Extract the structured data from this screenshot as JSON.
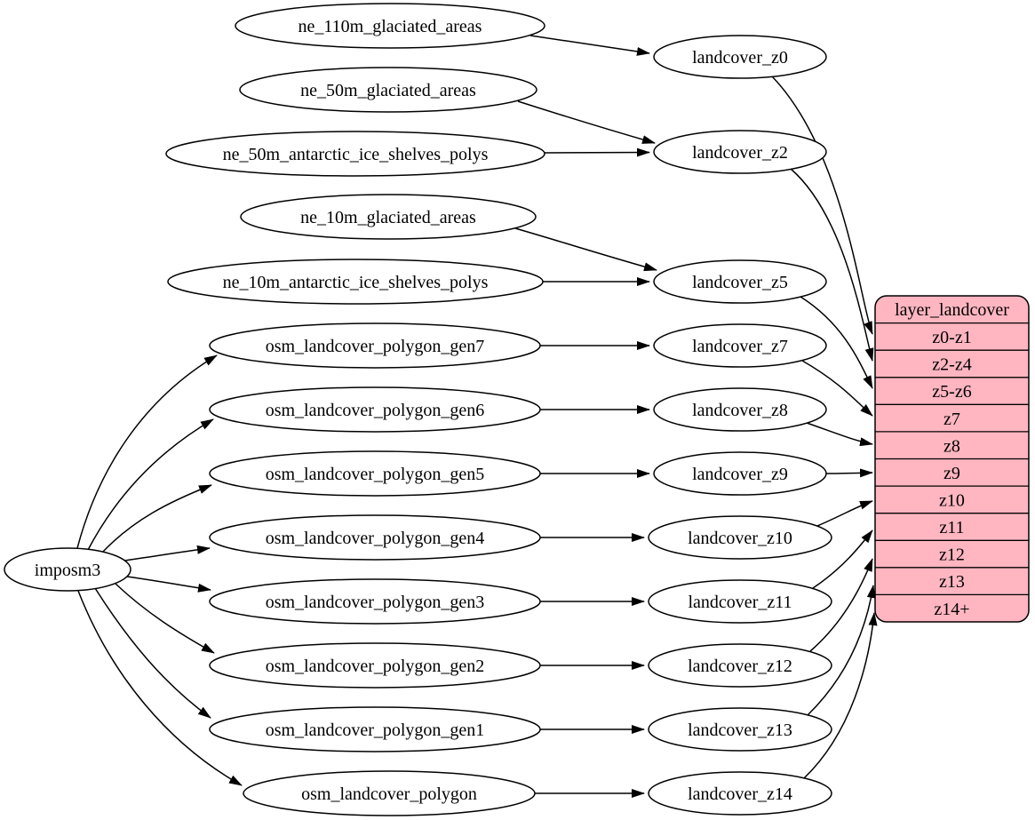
{
  "diagram": {
    "background": "#ffffff",
    "edge_color": "#000000",
    "node_fill": "#ffffff",
    "node_stroke": "#000000",
    "table_fill": "#ffb6c1"
  },
  "nodes": {
    "importer": "imposm3",
    "sources": [
      "ne_110m_glaciated_areas",
      "ne_50m_glaciated_areas",
      "ne_50m_antarctic_ice_shelves_polys",
      "ne_10m_glaciated_areas",
      "ne_10m_antarctic_ice_shelves_polys",
      "osm_landcover_polygon_gen7",
      "osm_landcover_polygon_gen6",
      "osm_landcover_polygon_gen5",
      "osm_landcover_polygon_gen4",
      "osm_landcover_polygon_gen3",
      "osm_landcover_polygon_gen2",
      "osm_landcover_polygon_gen1",
      "osm_landcover_polygon"
    ],
    "layers": [
      "landcover_z0",
      "landcover_z2",
      "landcover_z5",
      "landcover_z7",
      "landcover_z8",
      "landcover_z9",
      "landcover_z10",
      "landcover_z11",
      "landcover_z12",
      "landcover_z13",
      "landcover_z14"
    ],
    "table": {
      "title": "layer_landcover",
      "rows": [
        "z0-z1",
        "z2-z4",
        "z5-z6",
        "z7",
        "z8",
        "z9",
        "z10",
        "z11",
        "z12",
        "z13",
        "z14+"
      ]
    }
  },
  "edges": [
    {
      "from": "imposm3",
      "to": "osm_landcover_polygon_gen7"
    },
    {
      "from": "imposm3",
      "to": "osm_landcover_polygon_gen6"
    },
    {
      "from": "imposm3",
      "to": "osm_landcover_polygon_gen5"
    },
    {
      "from": "imposm3",
      "to": "osm_landcover_polygon_gen4"
    },
    {
      "from": "imposm3",
      "to": "osm_landcover_polygon_gen3"
    },
    {
      "from": "imposm3",
      "to": "osm_landcover_polygon_gen2"
    },
    {
      "from": "imposm3",
      "to": "osm_landcover_polygon_gen1"
    },
    {
      "from": "imposm3",
      "to": "osm_landcover_polygon"
    },
    {
      "from": "ne_110m_glaciated_areas",
      "to": "landcover_z0"
    },
    {
      "from": "ne_50m_glaciated_areas",
      "to": "landcover_z2"
    },
    {
      "from": "ne_50m_antarctic_ice_shelves_polys",
      "to": "landcover_z2"
    },
    {
      "from": "ne_10m_glaciated_areas",
      "to": "landcover_z5"
    },
    {
      "from": "ne_10m_antarctic_ice_shelves_polys",
      "to": "landcover_z5"
    },
    {
      "from": "osm_landcover_polygon_gen7",
      "to": "landcover_z7"
    },
    {
      "from": "osm_landcover_polygon_gen6",
      "to": "landcover_z8"
    },
    {
      "from": "osm_landcover_polygon_gen5",
      "to": "landcover_z9"
    },
    {
      "from": "osm_landcover_polygon_gen4",
      "to": "landcover_z10"
    },
    {
      "from": "osm_landcover_polygon_gen3",
      "to": "landcover_z11"
    },
    {
      "from": "osm_landcover_polygon_gen2",
      "to": "landcover_z12"
    },
    {
      "from": "osm_landcover_polygon_gen1",
      "to": "landcover_z13"
    },
    {
      "from": "osm_landcover_polygon",
      "to": "landcover_z14"
    },
    {
      "from": "landcover_z0",
      "to": "layer_landcover:z0-z1"
    },
    {
      "from": "landcover_z2",
      "to": "layer_landcover:z2-z4"
    },
    {
      "from": "landcover_z5",
      "to": "layer_landcover:z5-z6"
    },
    {
      "from": "landcover_z7",
      "to": "layer_landcover:z7"
    },
    {
      "from": "landcover_z8",
      "to": "layer_landcover:z8"
    },
    {
      "from": "landcover_z9",
      "to": "layer_landcover:z9"
    },
    {
      "from": "landcover_z10",
      "to": "layer_landcover:z10"
    },
    {
      "from": "landcover_z11",
      "to": "layer_landcover:z11"
    },
    {
      "from": "landcover_z12",
      "to": "layer_landcover:z12"
    },
    {
      "from": "landcover_z13",
      "to": "layer_landcover:z13"
    },
    {
      "from": "landcover_z14",
      "to": "layer_landcover:z14+"
    }
  ]
}
